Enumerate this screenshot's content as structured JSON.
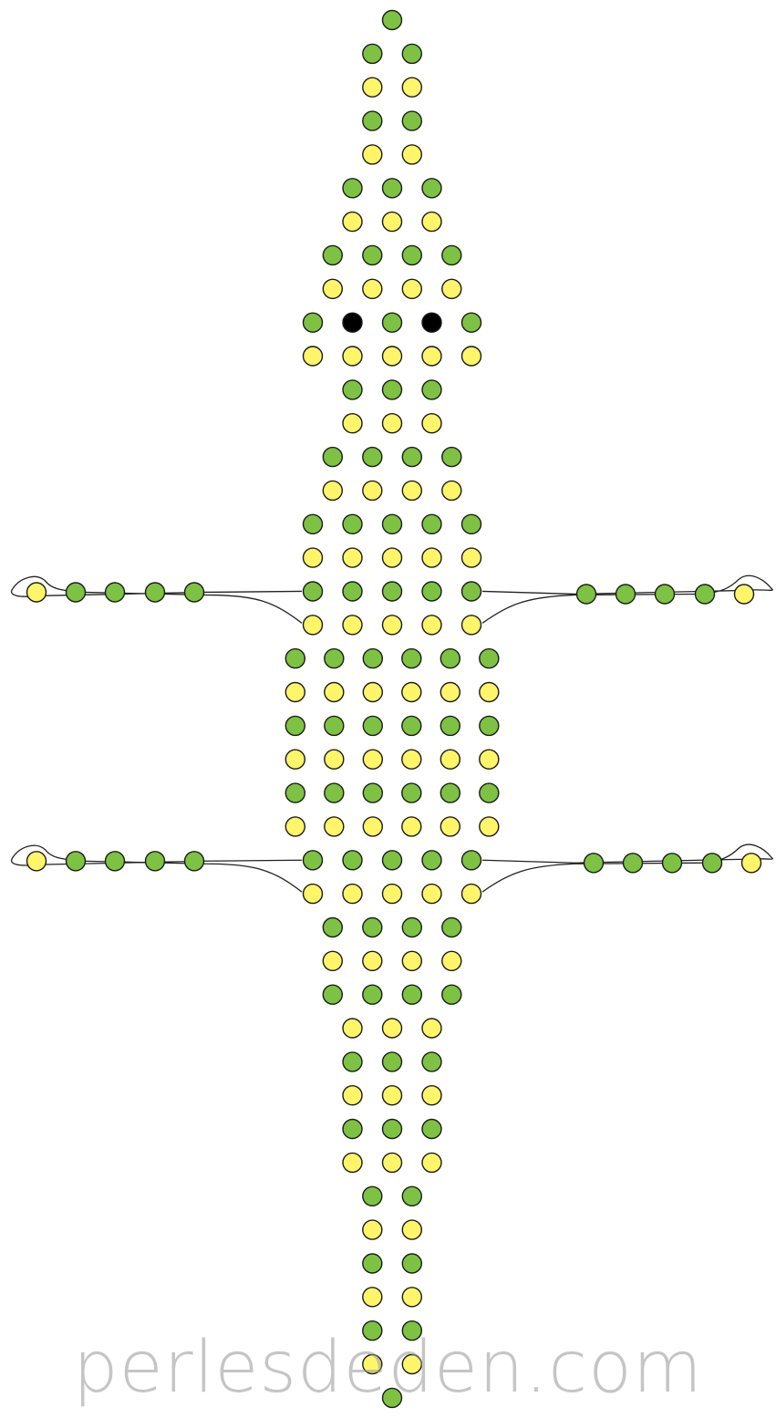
{
  "colors": {
    "green": "#7dc242",
    "yellow": "#fff568",
    "black": "#000000",
    "outline": "#1a1a1a",
    "watermark": "#969696"
  },
  "pattern": {
    "rows": [
      {
        "type": "body",
        "beads": [
          "g"
        ]
      },
      {
        "type": "body",
        "beads": [
          "g",
          "g"
        ]
      },
      {
        "type": "body",
        "beads": [
          "y",
          "y"
        ]
      },
      {
        "type": "body",
        "beads": [
          "g",
          "g"
        ]
      },
      {
        "type": "body",
        "beads": [
          "y",
          "y"
        ]
      },
      {
        "type": "body",
        "beads": [
          "g",
          "g",
          "g"
        ]
      },
      {
        "type": "body",
        "beads": [
          "y",
          "y",
          "y"
        ]
      },
      {
        "type": "body",
        "beads": [
          "g",
          "g",
          "g",
          "g"
        ]
      },
      {
        "type": "body",
        "beads": [
          "y",
          "y",
          "y",
          "y"
        ]
      },
      {
        "type": "body",
        "beads": [
          "g",
          "b",
          "g",
          "b",
          "g"
        ]
      },
      {
        "type": "body",
        "beads": [
          "y",
          "y",
          "y",
          "y",
          "y"
        ]
      },
      {
        "type": "body",
        "beads": [
          "g",
          "g",
          "g"
        ]
      },
      {
        "type": "body",
        "beads": [
          "y",
          "y",
          "y"
        ]
      },
      {
        "type": "body",
        "beads": [
          "g",
          "g",
          "g",
          "g"
        ]
      },
      {
        "type": "body",
        "beads": [
          "y",
          "y",
          "y",
          "y"
        ]
      },
      {
        "type": "body",
        "beads": [
          "g",
          "g",
          "g",
          "g",
          "g"
        ]
      },
      {
        "type": "body",
        "beads": [
          "y",
          "y",
          "y",
          "y",
          "y"
        ]
      },
      {
        "type": "body",
        "beads": [
          "g",
          "g",
          "g",
          "g",
          "g"
        ],
        "legs": [
          "y",
          "g",
          "g",
          "g",
          "g"
        ]
      },
      {
        "type": "body",
        "beads": [
          "y",
          "y",
          "y",
          "y",
          "y"
        ]
      },
      {
        "type": "body",
        "beads": [
          "g",
          "g",
          "g",
          "g",
          "g",
          "g"
        ]
      },
      {
        "type": "body",
        "beads": [
          "y",
          "y",
          "y",
          "y",
          "y",
          "y"
        ]
      },
      {
        "type": "body",
        "beads": [
          "g",
          "g",
          "g",
          "g",
          "g",
          "g"
        ]
      },
      {
        "type": "body",
        "beads": [
          "y",
          "y",
          "y",
          "y",
          "y",
          "y"
        ]
      },
      {
        "type": "body",
        "beads": [
          "g",
          "g",
          "g",
          "g",
          "g",
          "g"
        ]
      },
      {
        "type": "body",
        "beads": [
          "y",
          "y",
          "y",
          "y",
          "y",
          "y"
        ]
      },
      {
        "type": "body",
        "beads": [
          "g",
          "g",
          "g",
          "g",
          "g"
        ],
        "legs": [
          "y",
          "g",
          "g",
          "g",
          "g"
        ]
      },
      {
        "type": "body",
        "beads": [
          "y",
          "y",
          "y",
          "y",
          "y"
        ]
      },
      {
        "type": "body",
        "beads": [
          "g",
          "g",
          "g",
          "g"
        ]
      },
      {
        "type": "body",
        "beads": [
          "y",
          "y",
          "y",
          "y"
        ]
      },
      {
        "type": "body",
        "beads": [
          "g",
          "g",
          "g",
          "g"
        ]
      },
      {
        "type": "body",
        "beads": [
          "y",
          "y",
          "y"
        ]
      },
      {
        "type": "body",
        "beads": [
          "g",
          "g",
          "g"
        ]
      },
      {
        "type": "body",
        "beads": [
          "y",
          "y",
          "y"
        ]
      },
      {
        "type": "body",
        "beads": [
          "g",
          "g",
          "g"
        ]
      },
      {
        "type": "body",
        "beads": [
          "y",
          "y",
          "y"
        ]
      },
      {
        "type": "body",
        "beads": [
          "g",
          "g"
        ]
      },
      {
        "type": "body",
        "beads": [
          "y",
          "y"
        ]
      },
      {
        "type": "body",
        "beads": [
          "g",
          "g"
        ]
      },
      {
        "type": "body",
        "beads": [
          "y",
          "y"
        ]
      },
      {
        "type": "body",
        "beads": [
          "g",
          "g"
        ]
      },
      {
        "type": "body",
        "beads": [
          "y",
          "y"
        ]
      },
      {
        "type": "body",
        "beads": [
          "g"
        ]
      }
    ]
  },
  "watermark": {
    "text": "perlesdeden.com"
  }
}
